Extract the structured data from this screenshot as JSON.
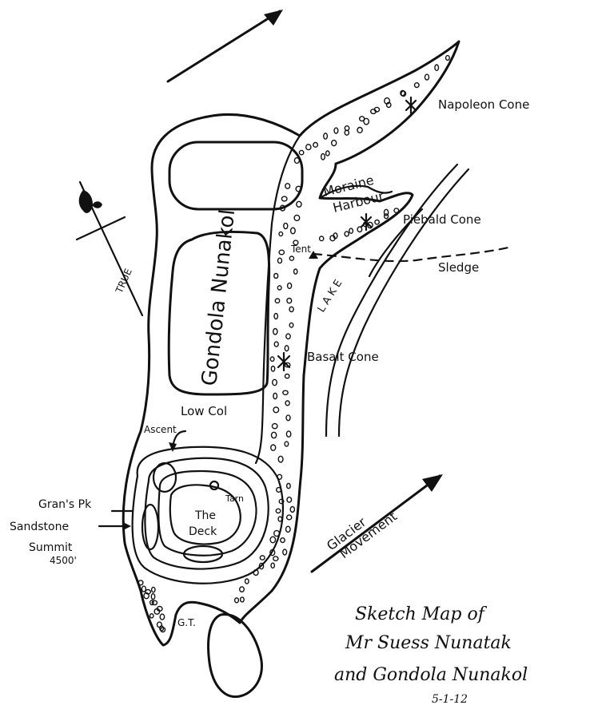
{
  "map": {
    "labels": {
      "gondola_nunakol": "Gondola Nunakol",
      "napoleon_cone": "Napoleon Cone",
      "moraine": "Moraine",
      "harbour": "Harbour",
      "piebald_cone": "Piebald Cone",
      "tent": "Tent",
      "sledge": "Sledge",
      "lake": "L A K E",
      "basalt_cone": "Basalt Cone",
      "low_col": "Low Col",
      "ascent": "Ascent",
      "tarn": "Tarn",
      "the": "The",
      "deck": "Deck",
      "grans_pk": "Gran's Pk",
      "sandstone": "Sandstone",
      "summit": "Summit",
      "elevation": "4500'",
      "gt": "G.T.",
      "glacier": "Glacier",
      "movement": "Movement",
      "true": "TRUE"
    },
    "title": {
      "line1": "Sketch Map of",
      "line2": "Mr Suess Nunatak",
      "line3": "and Gondola Nunakol",
      "date": "5-1-12"
    }
  }
}
